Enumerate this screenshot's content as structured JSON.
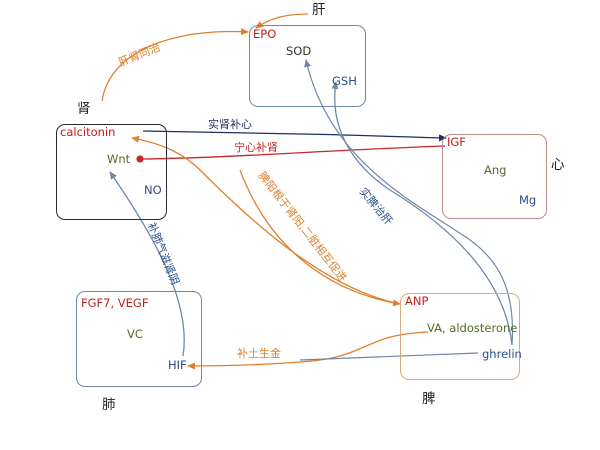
{
  "organs": {
    "liver": "肝",
    "kidney": "肾",
    "heart": "心",
    "lung": "肺",
    "spleen": "脾"
  },
  "liver_box": {
    "items": [
      "EPO",
      "SOD",
      "GSH"
    ]
  },
  "kidney_box": {
    "items": [
      "calcitonin",
      "Wnt",
      "NO"
    ]
  },
  "heart_box": {
    "items": [
      "IGF",
      "Ang",
      "Mg"
    ]
  },
  "lung_box": {
    "items": [
      "FGF7, VEGF",
      "VC",
      "HIF"
    ]
  },
  "spleen_box": {
    "items": [
      "ANP",
      "VA, aldosterone",
      "ghrelin"
    ]
  },
  "edge_labels": {
    "liver_kidney": "肝肾同治",
    "kidney_heart": "实肾补心",
    "heart_kidney": "宁心补肾",
    "spleen_liver": "实脾治肝",
    "lung_kidney": "补肺气滋肾阴",
    "kidney_spleen": "脾阳根于肾阳,二脏相互促进",
    "spleen_lung": "补土生金"
  },
  "colors": {
    "orange": "#e0802c",
    "navy": "#1f2f5e",
    "red": "#c62828",
    "blue_line": "#6e87ab"
  }
}
